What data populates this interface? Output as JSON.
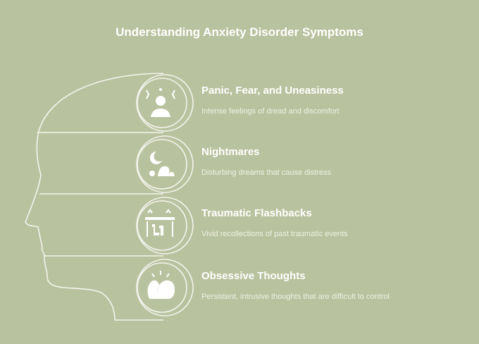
{
  "title": "Understanding Anxiety Disorder Symptoms",
  "items": [
    {
      "title": "Panic, Fear, and Uneasiness",
      "description": "Intense feelings of dread and discomfort",
      "icon": "panic-person-icon"
    },
    {
      "title": "Nightmares",
      "description": "Disturbing dreams that cause distress",
      "icon": "moon-nightmare-icon"
    },
    {
      "title": "Traumatic Flashbacks",
      "description": "Vivid recollections of past traumatic events",
      "icon": "flashback-frame-icon"
    },
    {
      "title": "Obsessive Thoughts",
      "description": "Persistent, intrusive thoughts that are difficult to control",
      "icon": "obsessive-heads-icon"
    }
  ],
  "colors": {
    "background": "#b9c29e",
    "foreground": "#ffffff"
  }
}
